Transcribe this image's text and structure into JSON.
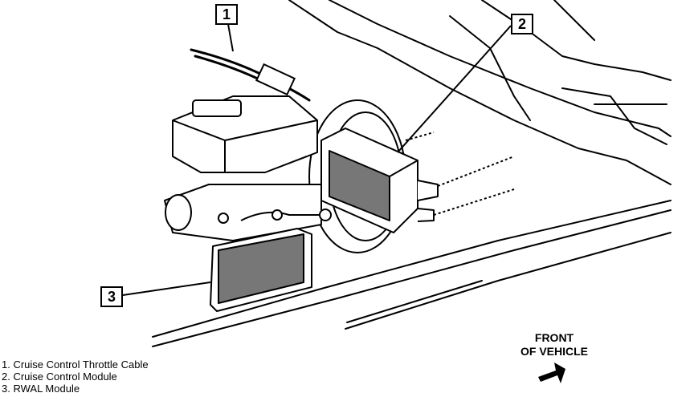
{
  "callouts": [
    {
      "number": "1"
    },
    {
      "number": "2"
    },
    {
      "number": "3"
    }
  ],
  "legend": [
    {
      "text": "1.  Cruise Control Throttle Cable"
    },
    {
      "text": "2.  Cruise Control Module"
    },
    {
      "text": "3.  RWAL Module"
    }
  ],
  "direction": {
    "line1": "FRONT",
    "line2": "OF VEHICLE",
    "icon": "arrow-down-left-icon"
  }
}
